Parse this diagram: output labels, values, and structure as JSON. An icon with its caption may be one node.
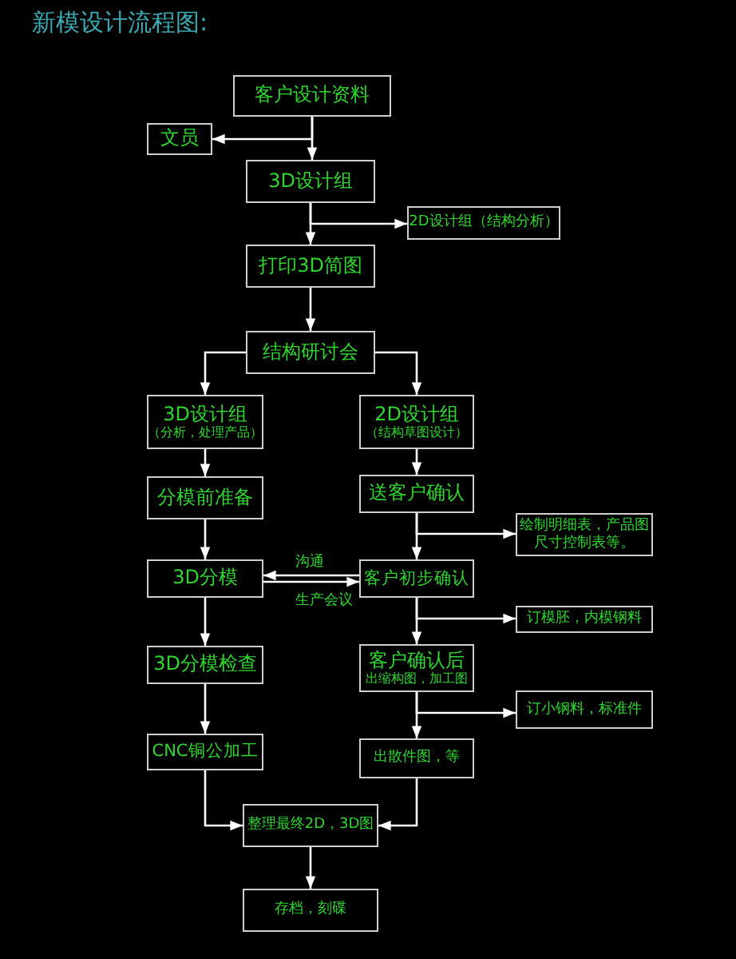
{
  "diagram": {
    "title": "新模设计流程图:",
    "nodes": [
      {
        "text": [
          "客户设计资料"
        ]
      },
      {
        "text": [
          "文员"
        ]
      },
      {
        "text": [
          "3D设计组"
        ]
      },
      {
        "text": [
          "2D设计组（结构分析）"
        ]
      },
      {
        "text": [
          "打印3D简图"
        ]
      },
      {
        "text": [
          "结构研讨会"
        ]
      },
      {
        "text": [
          "3D设计组",
          "（分析，处理产品）"
        ]
      },
      {
        "text": [
          "2D设计组",
          "（结构草图设计）"
        ]
      },
      {
        "text": [
          "分模前准备"
        ]
      },
      {
        "text": [
          "送客户确认"
        ]
      },
      {
        "text": [
          "绘制明细表，产品图尺寸控制表等。"
        ]
      },
      {
        "text": [
          "3D分模"
        ]
      },
      {
        "text": [
          "客户初步确认"
        ]
      },
      {
        "text": [
          "订模胚，内模钢料"
        ]
      },
      {
        "text": [
          "客户确认后",
          "出缩构图，加工图"
        ]
      },
      {
        "text": [
          "订小钢料，标准件"
        ]
      },
      {
        "text": [
          "3D分模检查"
        ]
      },
      {
        "text": [
          "CNC铜公加工"
        ]
      },
      {
        "text": [
          "出散件图，等"
        ]
      },
      {
        "text": [
          "整理最终2D，3D图"
        ]
      },
      {
        "text": [
          "存档，刻碟"
        ]
      }
    ],
    "edges": [
      {
        "from": 0,
        "to": 1,
        "arrow": "to"
      },
      {
        "from": 0,
        "to": 2,
        "arrow": "to"
      },
      {
        "from": 2,
        "to": 3,
        "arrow": "to"
      },
      {
        "from": 2,
        "to": 4,
        "arrow": "to"
      },
      {
        "from": 4,
        "to": 5,
        "arrow": "to"
      },
      {
        "from": 5,
        "to": 6,
        "arrow": "to"
      },
      {
        "from": 5,
        "to": 7,
        "arrow": "to"
      },
      {
        "from": 6,
        "to": 8,
        "arrow": "to"
      },
      {
        "from": 7,
        "to": 9,
        "arrow": "to"
      },
      {
        "from": 8,
        "to": 11,
        "arrow": "to"
      },
      {
        "from": 9,
        "to": 12,
        "arrow": "to"
      },
      {
        "from": 9,
        "to": 10,
        "arrow": "to"
      },
      {
        "from": 12,
        "to": 11,
        "arrow": "to",
        "label": "沟通"
      },
      {
        "from": 11,
        "to": 12,
        "arrow": "to",
        "label": "生产会议"
      },
      {
        "from": 12,
        "to": 14,
        "arrow": "to"
      },
      {
        "from": 12,
        "to": 13,
        "arrow": "to"
      },
      {
        "from": 11,
        "to": 16,
        "arrow": "to"
      },
      {
        "from": 16,
        "to": 17,
        "arrow": "to"
      },
      {
        "from": 14,
        "to": 18,
        "arrow": "to"
      },
      {
        "from": 14,
        "to": 15,
        "arrow": "to"
      },
      {
        "from": 17,
        "to": 19,
        "arrow": "to"
      },
      {
        "from": 18,
        "to": 19,
        "arrow": "to"
      },
      {
        "from": 19,
        "to": 20,
        "arrow": "to"
      }
    ]
  }
}
